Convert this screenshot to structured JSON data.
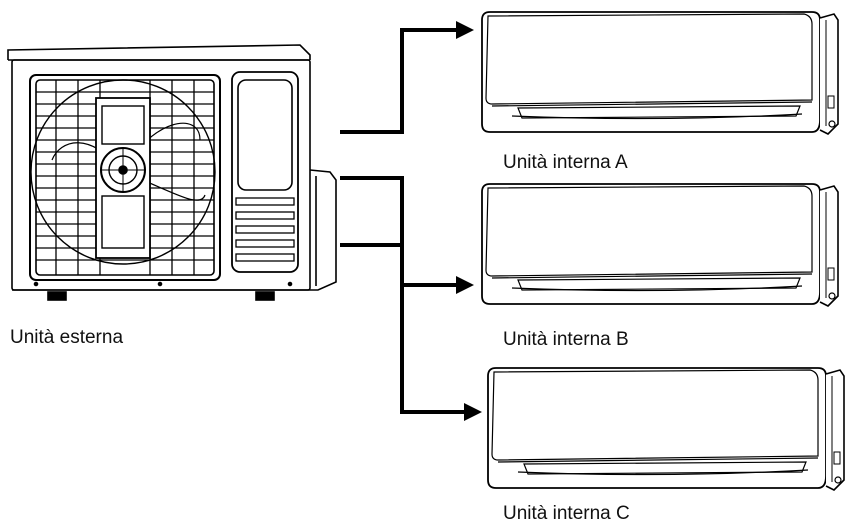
{
  "outdoor_unit": {
    "label": "Unità esterna"
  },
  "indoor_units": [
    {
      "label": "Unità interna A"
    },
    {
      "label": "Unità interna B"
    },
    {
      "label": "Unità interna C"
    }
  ],
  "colors": {
    "line": "#000000",
    "background": "#ffffff"
  }
}
